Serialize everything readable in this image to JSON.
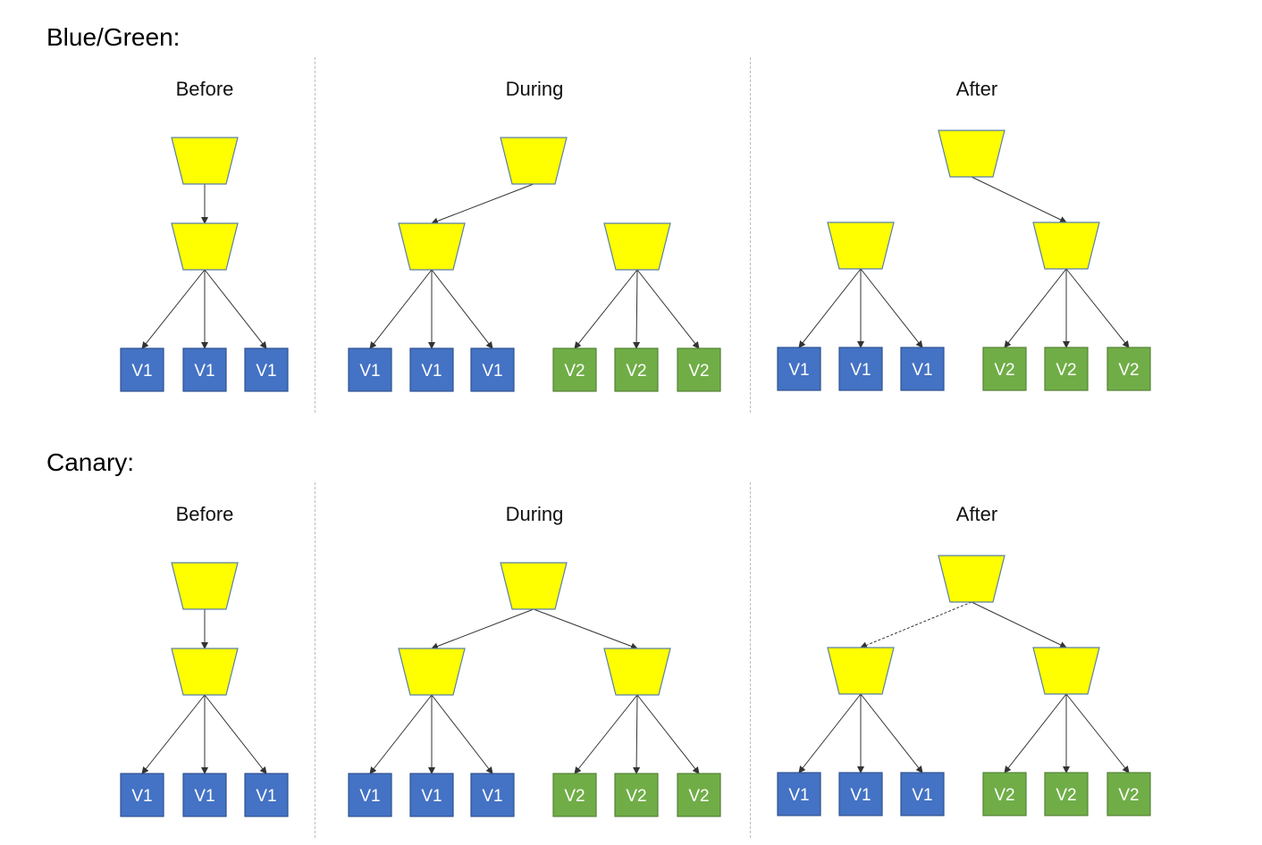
{
  "sections": [
    {
      "title": "Blue/Green:",
      "panels": [
        {
          "label": "Before"
        },
        {
          "label": "During"
        },
        {
          "label": "After"
        }
      ]
    },
    {
      "title": "Canary:",
      "panels": [
        {
          "label": "Before"
        },
        {
          "label": "During"
        },
        {
          "label": "After"
        }
      ]
    }
  ],
  "node_labels": {
    "v1": "V1",
    "v2": "V2"
  },
  "colors": {
    "balancer_fill": "#ffff00",
    "balancer_stroke": "#5b7fa6",
    "v1_fill": "#4472c4",
    "v1_stroke": "#2f528f",
    "v2_fill": "#70ad47",
    "v2_stroke": "#548235",
    "edge": "#333333"
  }
}
